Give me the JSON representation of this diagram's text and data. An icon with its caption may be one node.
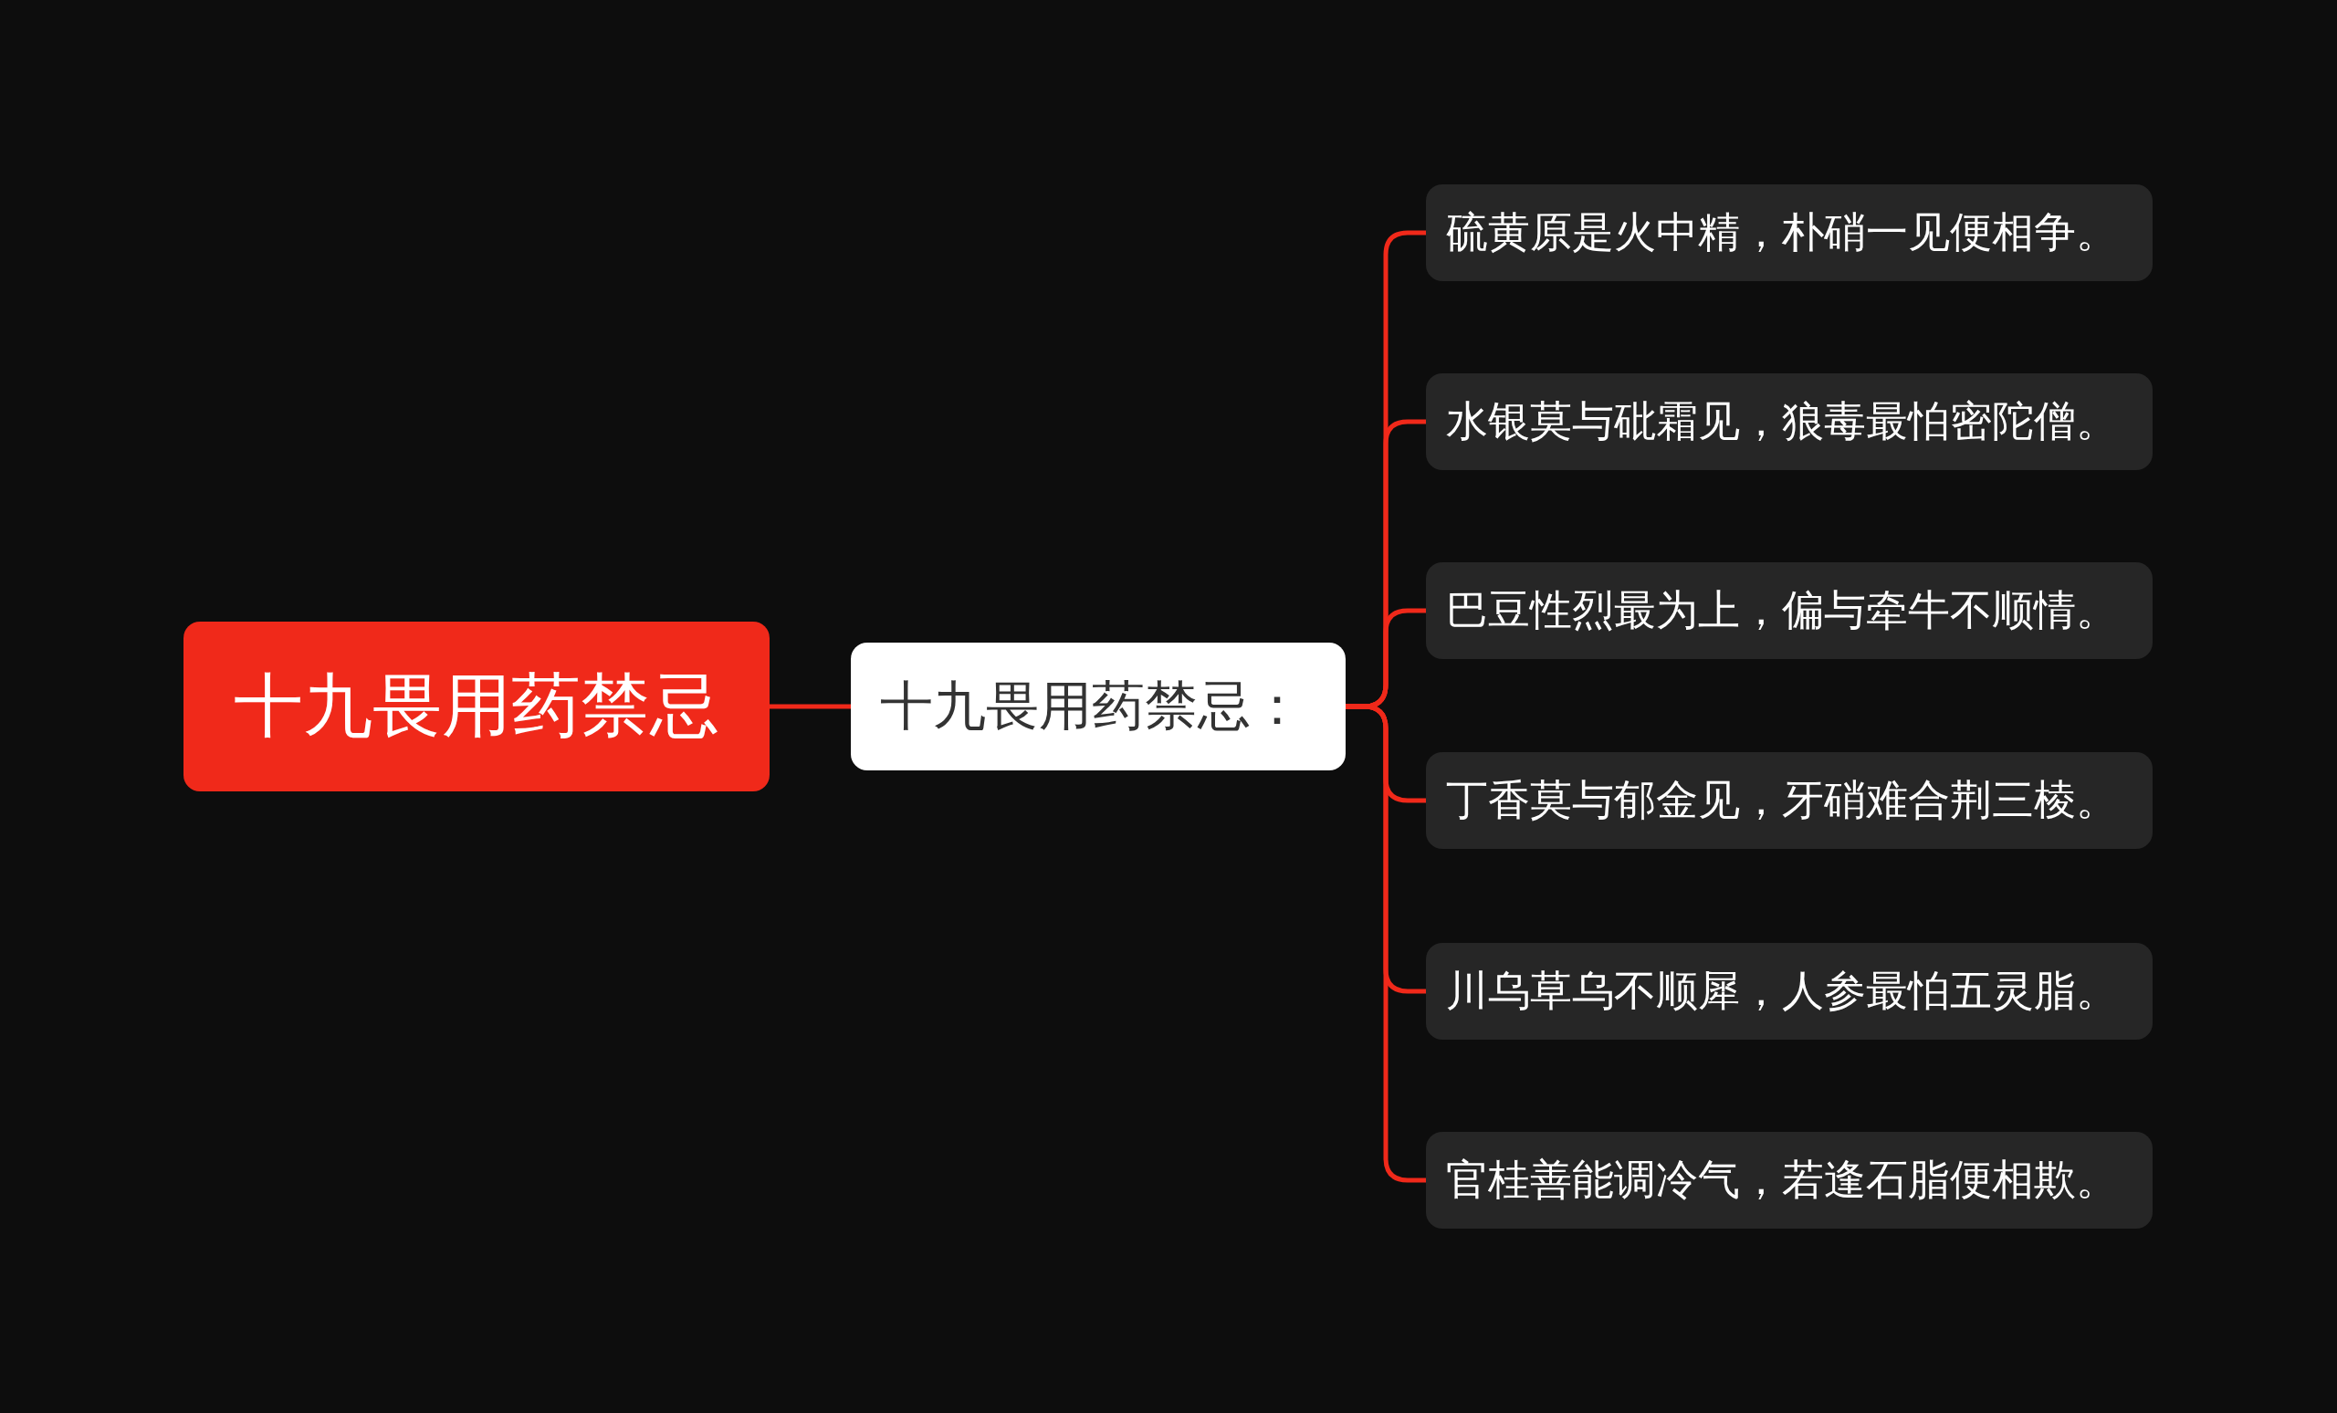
{
  "diagram": {
    "nodes": [
      {
        "text": [
          "十九畏用药禁忌"
        ]
      },
      {
        "text": [
          "十九畏用药禁忌："
        ]
      },
      {
        "text": [
          "硫黄原是火中精，朴硝一见便相争。"
        ]
      },
      {
        "text": [
          "水银莫与砒霜见，狼毒最怕密陀僧。"
        ]
      },
      {
        "text": [
          "巴豆性烈最为上，偏与牵牛不顺情。"
        ]
      },
      {
        "text": [
          "丁香莫与郁金见，牙硝难合荆三棱。"
        ]
      },
      {
        "text": [
          "川乌草乌不顺犀，人参最怕五灵脂。"
        ]
      },
      {
        "text": [
          "官桂善能调冷气，若逢石脂便相欺。"
        ]
      }
    ],
    "edges": [
      {
        "from": 0,
        "to": 1,
        "arrow": "none"
      },
      {
        "from": 1,
        "to": 2,
        "arrow": "none"
      },
      {
        "from": 1,
        "to": 3,
        "arrow": "none"
      },
      {
        "from": 1,
        "to": 4,
        "arrow": "none"
      },
      {
        "from": 1,
        "to": 5,
        "arrow": "none"
      },
      {
        "from": 1,
        "to": 6,
        "arrow": "none"
      },
      {
        "from": 1,
        "to": 7,
        "arrow": "none"
      }
    ]
  }
}
